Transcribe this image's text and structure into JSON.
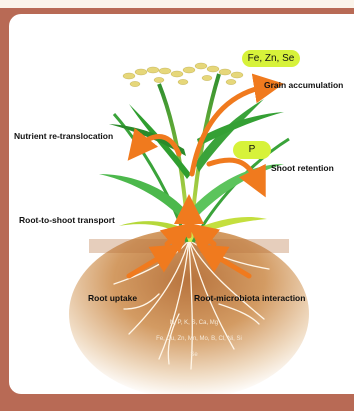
{
  "badges": {
    "grain_elements": "Fe, Zn, Se",
    "shoot_element": "P"
  },
  "labels": {
    "grain_accumulation": "Grain accumulation",
    "nutrient_retranslocation": "Nutrient re-translocation",
    "shoot_retention": "Shoot retention",
    "root_to_shoot": "Root-to-shoot transport",
    "root_uptake": "Root uptake",
    "root_microbiota": "Root-microbiota interaction"
  },
  "soil_elements": {
    "line1": "N, P, K, S, Ca, Mg",
    "line2": "Fe, Cu, Zn, Mn, Mo, B, Cl, Ni, Si",
    "line3": "Se"
  },
  "colors": {
    "frame": "#b86a55",
    "arrow": "#f07a1e",
    "badge": "#d7f23a",
    "leaf": "#2f9e2f",
    "soil": "#c98a52"
  }
}
